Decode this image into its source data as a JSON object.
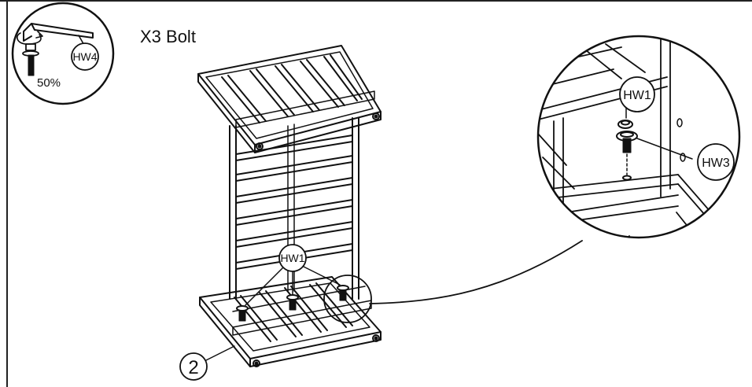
{
  "step": {
    "quantity_title": "X3 Bolt",
    "step_number": "2"
  },
  "tool_callout": {
    "hardware_label": "HW4",
    "torque_percent": "50%",
    "icon": "hex-key-icon"
  },
  "detail_callout": {
    "bolt_label": "HW1",
    "washer_label": "HW3"
  },
  "main_callout": {
    "bolt_label": "HW1"
  },
  "colors": {
    "line": "#111111",
    "background": "#ffffff"
  }
}
